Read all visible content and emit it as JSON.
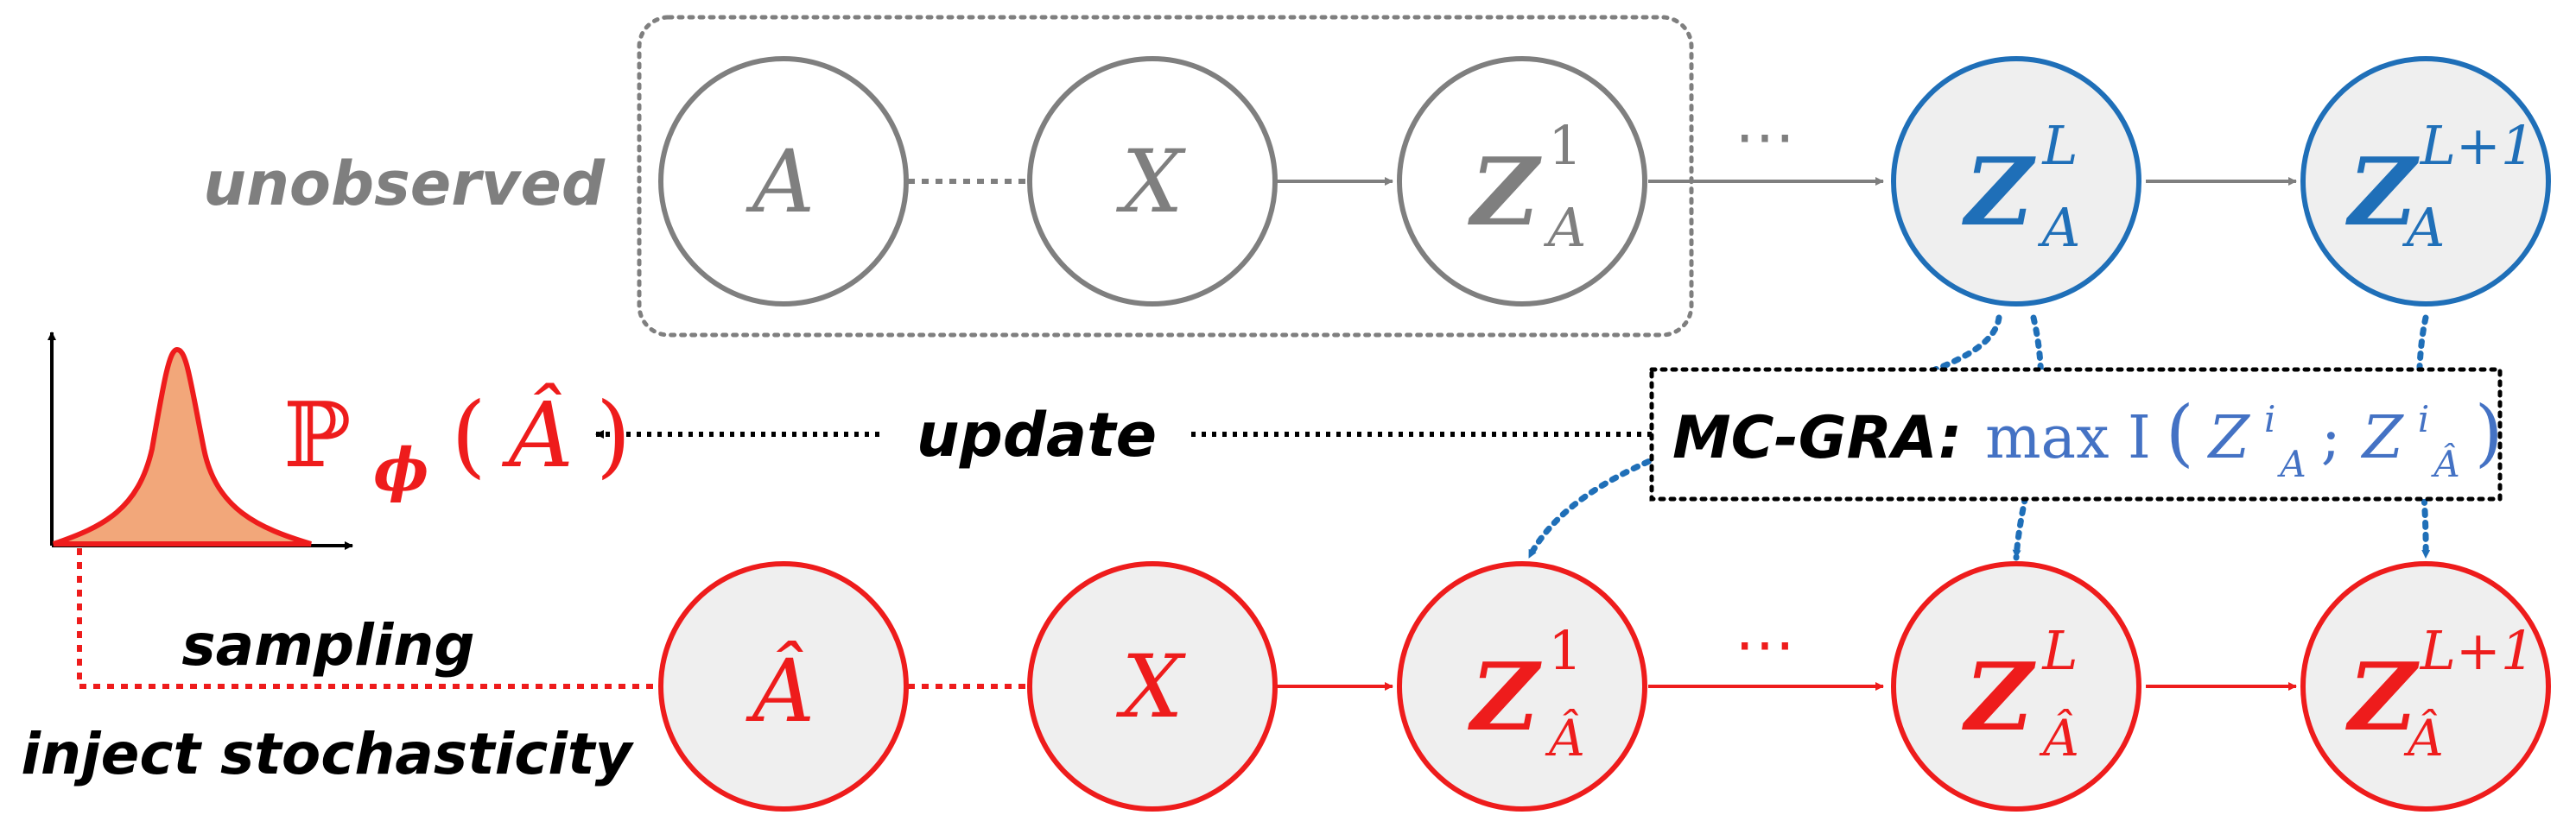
{
  "labels": {
    "unobserved": "unobserved",
    "update": "update",
    "sampling": "sampling",
    "inject": "inject stochasticity",
    "mcgra_name": "MC-GRA:",
    "mcgra_max": "max I",
    "mcgra_z": "Z",
    "mcgra_sup": "i",
    "mcgra_sub_a": "A",
    "mcgra_sub_ahat": "Â",
    "mcgra_semicolon": ";",
    "mcgra_lparen": "(",
    "mcgra_rparen": ")",
    "prob_symbol": "ℙ",
    "prob_sub": "ϕ",
    "prob_arg": "Â",
    "prob_lparen": "(",
    "prob_rparen": ")",
    "ellipsis_top": "⋯",
    "ellipsis_bottom": "⋯"
  },
  "nodes_top": [
    {
      "main": "A",
      "sup": "",
      "sub": ""
    },
    {
      "main": "X",
      "sup": "",
      "sub": ""
    },
    {
      "main": "Z",
      "sup": "1",
      "sub": "A"
    },
    {
      "main": "Z",
      "sup": "L",
      "sub": "A"
    },
    {
      "main": "Z",
      "sup": "L+1",
      "sub": "A"
    }
  ],
  "nodes_bottom": [
    {
      "main": "Â",
      "sup": "",
      "sub": ""
    },
    {
      "main": "X",
      "sup": "",
      "sub": ""
    },
    {
      "main": "Z",
      "sup": "1",
      "sub": "Â"
    },
    {
      "main": "Z",
      "sup": "L",
      "sub": "Â"
    },
    {
      "main": "Z",
      "sup": "L+1",
      "sub": "Â"
    }
  ],
  "colors": {
    "gray": "#7f7f7f",
    "blue": "#1f6fb8",
    "red": "#ee1c1c",
    "black": "#000000",
    "node_fill": "#efefef",
    "dist_fill": "#f2a77a",
    "mcgra_blue": "#4472c4"
  }
}
